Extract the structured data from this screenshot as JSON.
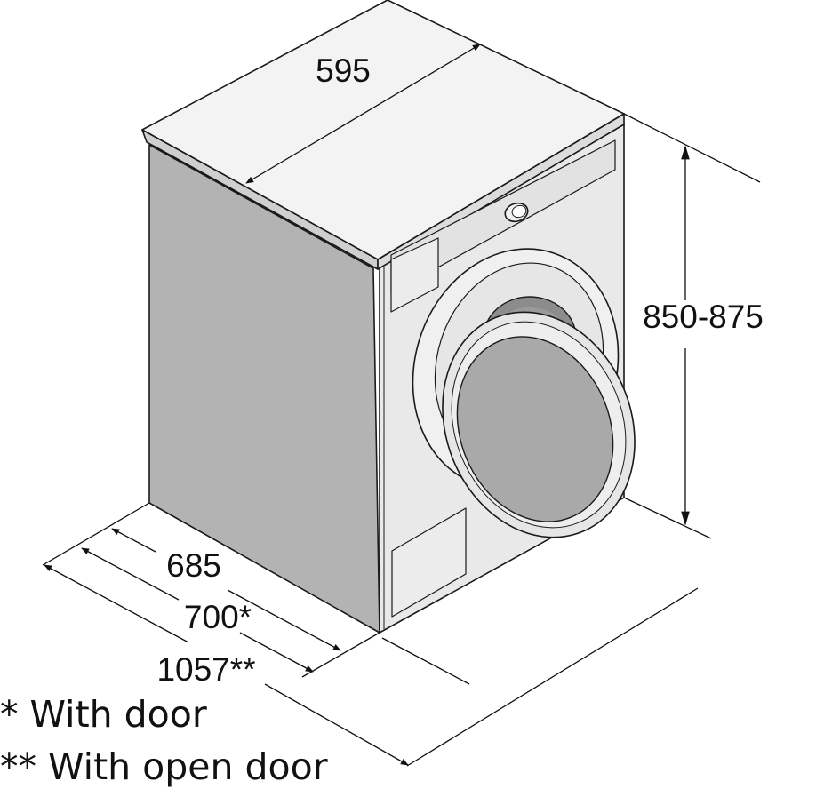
{
  "dimensions": {
    "width": "595",
    "height": "850-875",
    "depth": "685",
    "depth_with_door": "700*",
    "depth_with_open_door": "1057**"
  },
  "notes": {
    "with_door": "* With door",
    "with_open_door": "** With open door"
  },
  "colors": {
    "side_panel": "#b3b3b3",
    "front_panel": "#e9e9e9",
    "top_panel": "#f3f3f3",
    "outline": "#1a1a1a",
    "drum_shadow": "#8c8c8c",
    "door_glass": "#a9a9a9"
  }
}
